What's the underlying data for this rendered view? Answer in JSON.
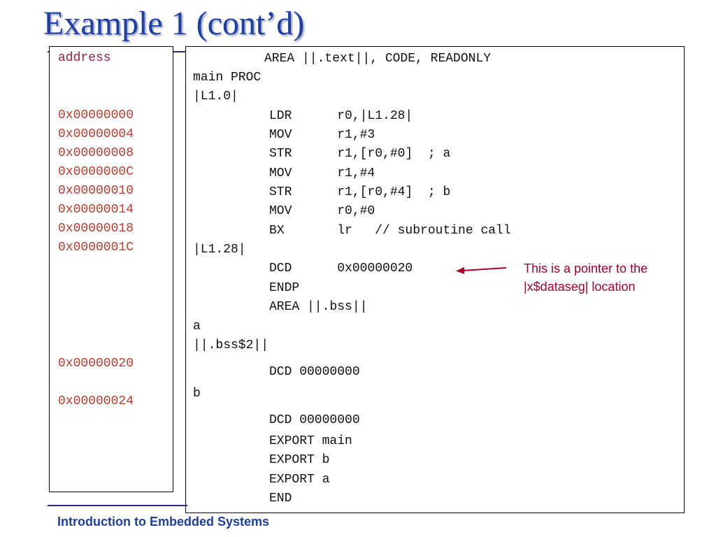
{
  "slide": {
    "title": "Example 1 (cont’d)",
    "footer": "Introduction to Embedded Systems"
  },
  "addresses": {
    "header": "address",
    "items": [
      "0x00000000",
      "0x00000004",
      "0x00000008",
      "0x0000000C",
      "0x00000010",
      "0x00000014",
      "0x00000018",
      "0x0000001C",
      "0x00000020",
      "0x00000024"
    ]
  },
  "code": {
    "lines": [
      "AREA ||.text||, CODE, READONLY",
      "main PROC",
      "|L1.0|",
      "LDR      r0,|L1.28|",
      "MOV      r1,#3",
      "STR      r1,[r0,#0]  ; a",
      "MOV      r1,#4",
      "STR      r1,[r0,#4]  ; b",
      "MOV      r0,#0",
      "BX       lr   // subroutine call",
      "|L1.28|",
      "DCD      0x00000020",
      "ENDP",
      "AREA ||.bss||",
      "a",
      "||.bss$2||",
      "DCD 00000000",
      "b",
      "DCD 00000000",
      "EXPORT main",
      "EXPORT b",
      "EXPORT a",
      "END"
    ]
  },
  "annotation": {
    "line1": "This is a pointer to the",
    "line2": "|x$dataseg| location"
  },
  "colors": {
    "title": "#1b3fa6",
    "address_text": "#c0392b",
    "annotation_text": "#a8002c",
    "arrow": "#b0002c"
  }
}
